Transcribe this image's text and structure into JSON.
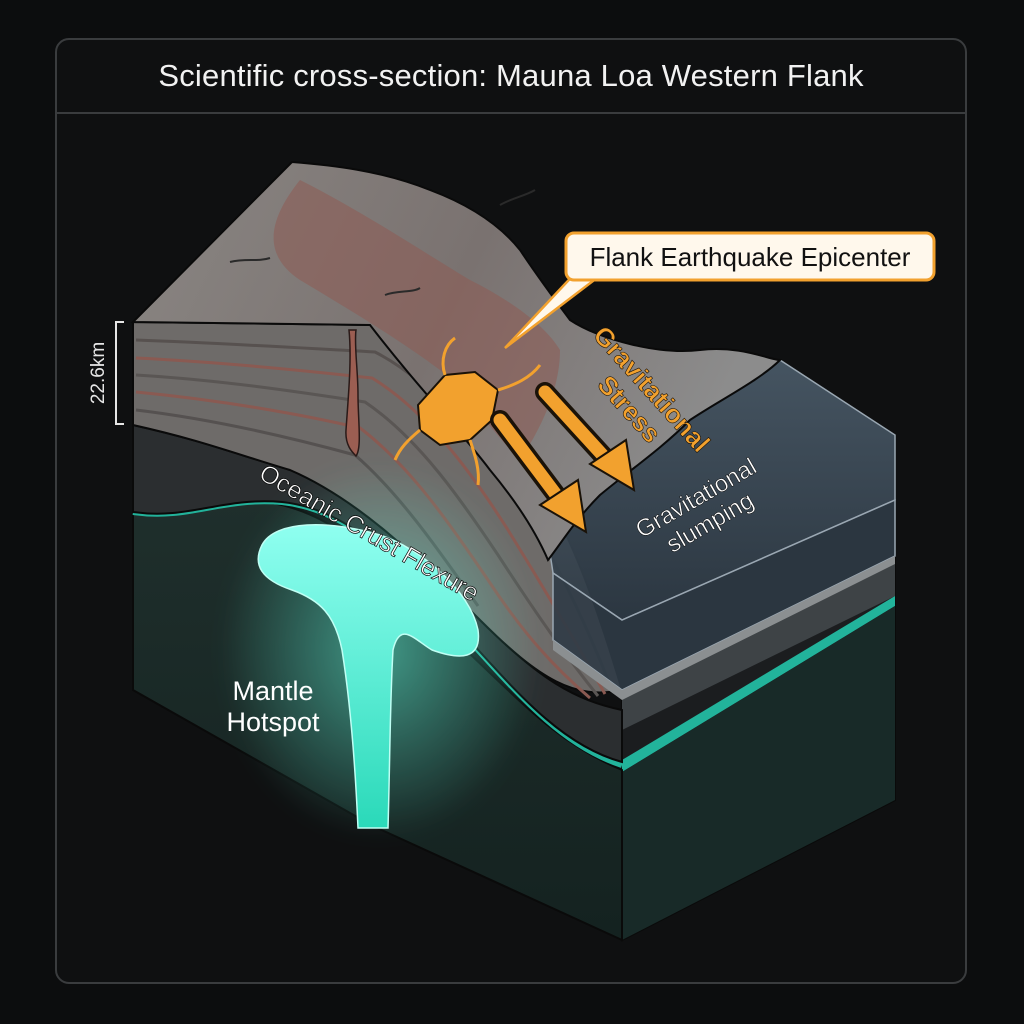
{
  "title": "Scientific cross-section: Mauna Loa Western Flank",
  "labels": {
    "epicenter": "Flank Earthquake Epicenter",
    "stress": "Gravitational Stress",
    "slumping": "Gravitational slumping",
    "crust": "Oceanic Crust Flexure",
    "hotspot": "Mantle Hotspot",
    "scale": "22.6km"
  },
  "colors": {
    "accent_orange": "#f2a12e",
    "hotspot_cyan": "#5ff3d6",
    "ocean": "#3d4a57",
    "rock": "#7b7775"
  }
}
